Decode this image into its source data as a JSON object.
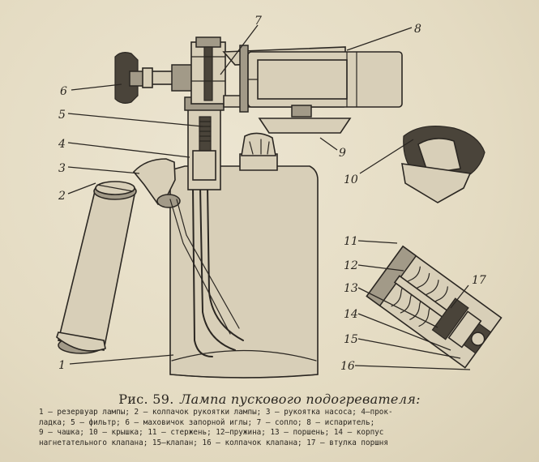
{
  "labels": [
    {
      "n": "1"
    },
    {
      "n": "2"
    },
    {
      "n": "3"
    },
    {
      "n": "4"
    },
    {
      "n": "5"
    },
    {
      "n": "6"
    },
    {
      "n": "7"
    },
    {
      "n": "8"
    },
    {
      "n": "9"
    },
    {
      "n": "10"
    },
    {
      "n": "11"
    },
    {
      "n": "12"
    },
    {
      "n": "13"
    },
    {
      "n": "14"
    },
    {
      "n": "15"
    },
    {
      "n": "16"
    },
    {
      "n": "17"
    }
  ],
  "caption": {
    "number": "Рис. 59.",
    "title": "Лампа пускового подогревателя:"
  },
  "legend_lines": [
    "1 — резервуар лампы; 2 — колпачок рукоятки лампы; 3 — рукоятка насоса; 4—прок-",
    "ладка; 5 — фильтр; 6 — маховичок запорной иглы; 7 — сопло; 8 — испаритель;",
    "9 — чашка; 10 — крышка; 11 — стержень; 12—пружина; 13 — поршень; 14 — корпус",
    "нагнетательного клапана; 15—клапан; 16 — колпачок клапана; 17 — втулка поршня"
  ]
}
